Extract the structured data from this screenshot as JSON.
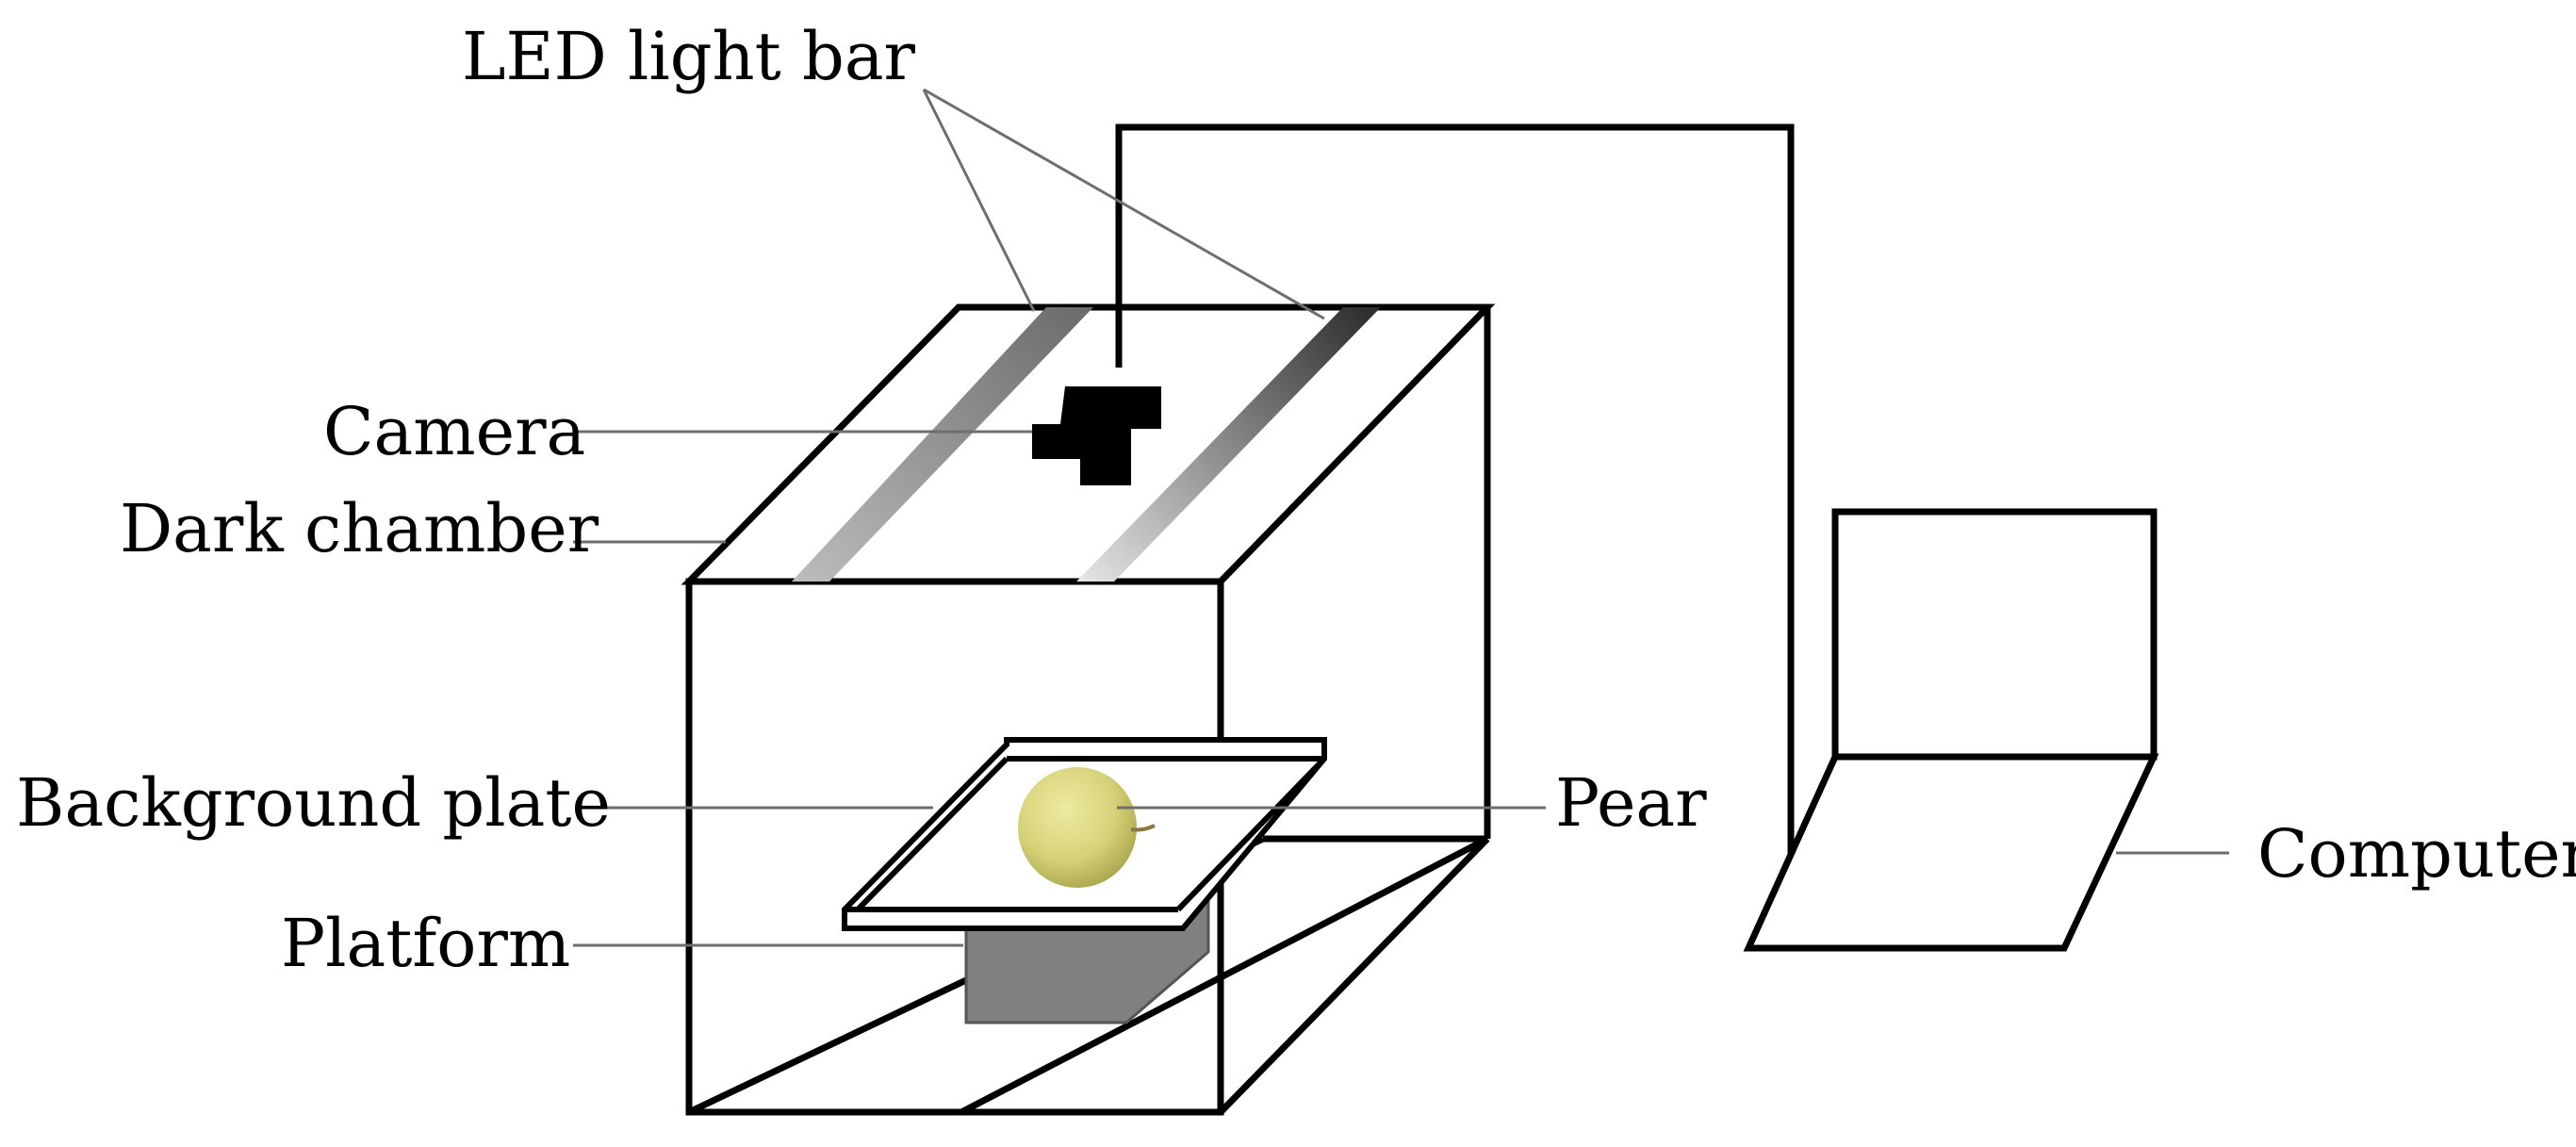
{
  "labels": {
    "led_light_bar": "LED light bar",
    "camera": "Camera",
    "dark_chamber": "Dark chamber",
    "background_plate": "Background plate",
    "platform": "Platform",
    "pear": "Pear",
    "computer": "Computer"
  },
  "colors": {
    "outline": "#000000",
    "leader": "#6e6e6e",
    "camera": "#000000",
    "platform": "#808080",
    "pear_light": "#e4e08a",
    "pear_dark": "#a8a44a"
  },
  "icons": {
    "camera": "camera-icon",
    "pear": "pear-icon",
    "computer": "laptop-icon"
  }
}
